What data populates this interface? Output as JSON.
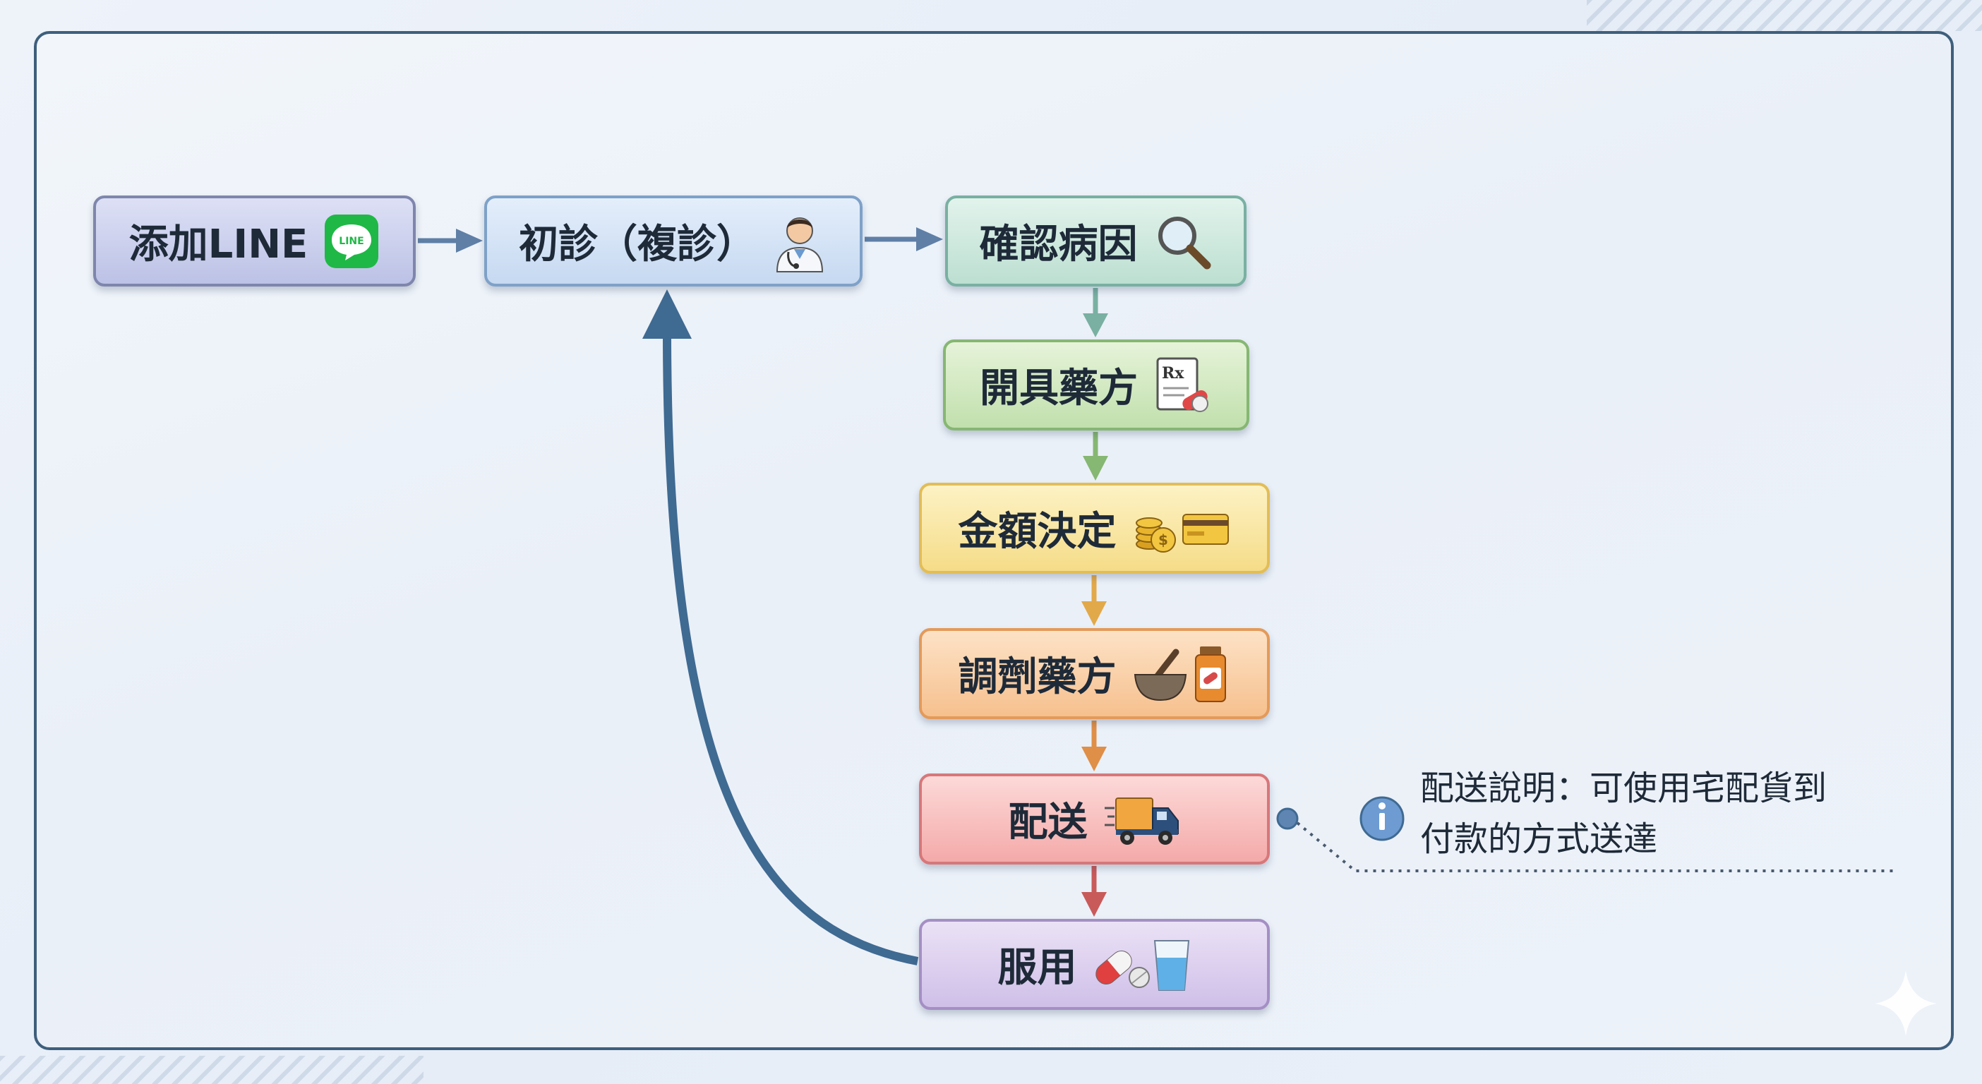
{
  "steps": [
    {
      "label": "添加LINE",
      "icon": "line-app-icon",
      "color": "#7f86ad"
    },
    {
      "label": "初診（複診）",
      "icon": "doctor-icon",
      "color": "#7ea1c8"
    },
    {
      "label": "確認病因",
      "icon": "magnifier-icon",
      "color": "#79b0a2"
    },
    {
      "label": "開具藥方",
      "icon": "prescription-icon",
      "color": "#86b773"
    },
    {
      "label": "金額決定",
      "icon": "coins-card-icon",
      "color": "#e2bd57"
    },
    {
      "label": "調劑藥方",
      "icon": "mortar-bottle-icon",
      "color": "#e39a5a"
    },
    {
      "label": "配送",
      "icon": "delivery-truck-icon",
      "color": "#d7777a"
    },
    {
      "label": "服用",
      "icon": "pill-water-icon",
      "color": "#a48fc4"
    }
  ],
  "line_badge": "LINE",
  "rx_mark": "Rx",
  "coin_mark": "$",
  "note": {
    "line1": "配送說明：可使用宅配貨到",
    "line2": "付款的方式送達",
    "icon": "info-icon"
  }
}
